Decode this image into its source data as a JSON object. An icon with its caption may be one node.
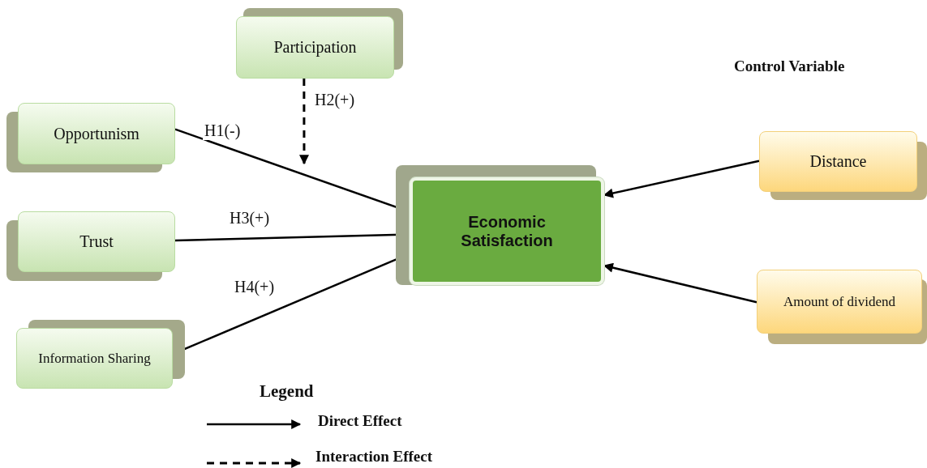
{
  "diagram": {
    "nodes": [
      {
        "text": [
          "Participation"
        ]
      },
      {
        "text": [
          "Opportunism"
        ]
      },
      {
        "text": [
          "Trust"
        ]
      },
      {
        "text": [
          "Information Sharing"
        ]
      },
      {
        "text": [
          "Economic Satisfaction"
        ]
      },
      {
        "text": [
          "Distance"
        ]
      },
      {
        "text": [
          "Amount of dividend"
        ]
      }
    ],
    "edges": [
      {
        "from": 1,
        "to": 4,
        "arrow": "to",
        "label": "H1(-)"
      },
      {
        "from": 0,
        "to": null,
        "arrow": "to",
        "label": "H2(+)",
        "style": "dashed"
      },
      {
        "from": 2,
        "to": 4,
        "arrow": "to",
        "label": "H3(+)"
      },
      {
        "from": 3,
        "to": 4,
        "arrow": "to",
        "label": "H4(+)"
      },
      {
        "from": 5,
        "to": 4,
        "arrow": "to"
      },
      {
        "from": 6,
        "to": 4,
        "arrow": "to"
      }
    ],
    "labels": [
      "Control Variable",
      "Legend"
    ],
    "legend": [
      {
        "text": "Direct Effect"
      },
      {
        "text": "Interaction Effect"
      }
    ]
  }
}
